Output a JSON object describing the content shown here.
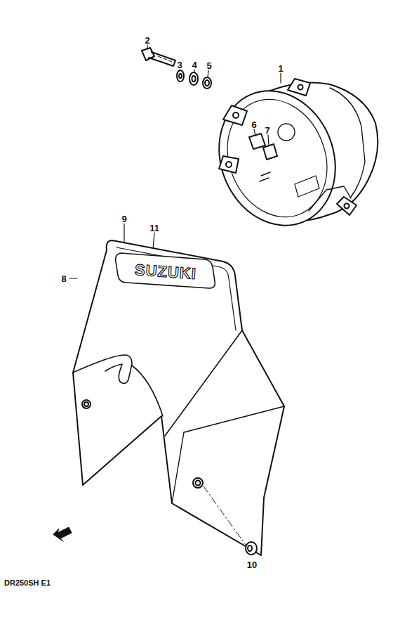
{
  "diagram": {
    "labels": [
      "1",
      "2",
      "3",
      "4",
      "5",
      "6",
      "7",
      "8",
      "9",
      "10",
      "11",
      "SUZUKI",
      "DR250SH E1"
    ]
  }
}
